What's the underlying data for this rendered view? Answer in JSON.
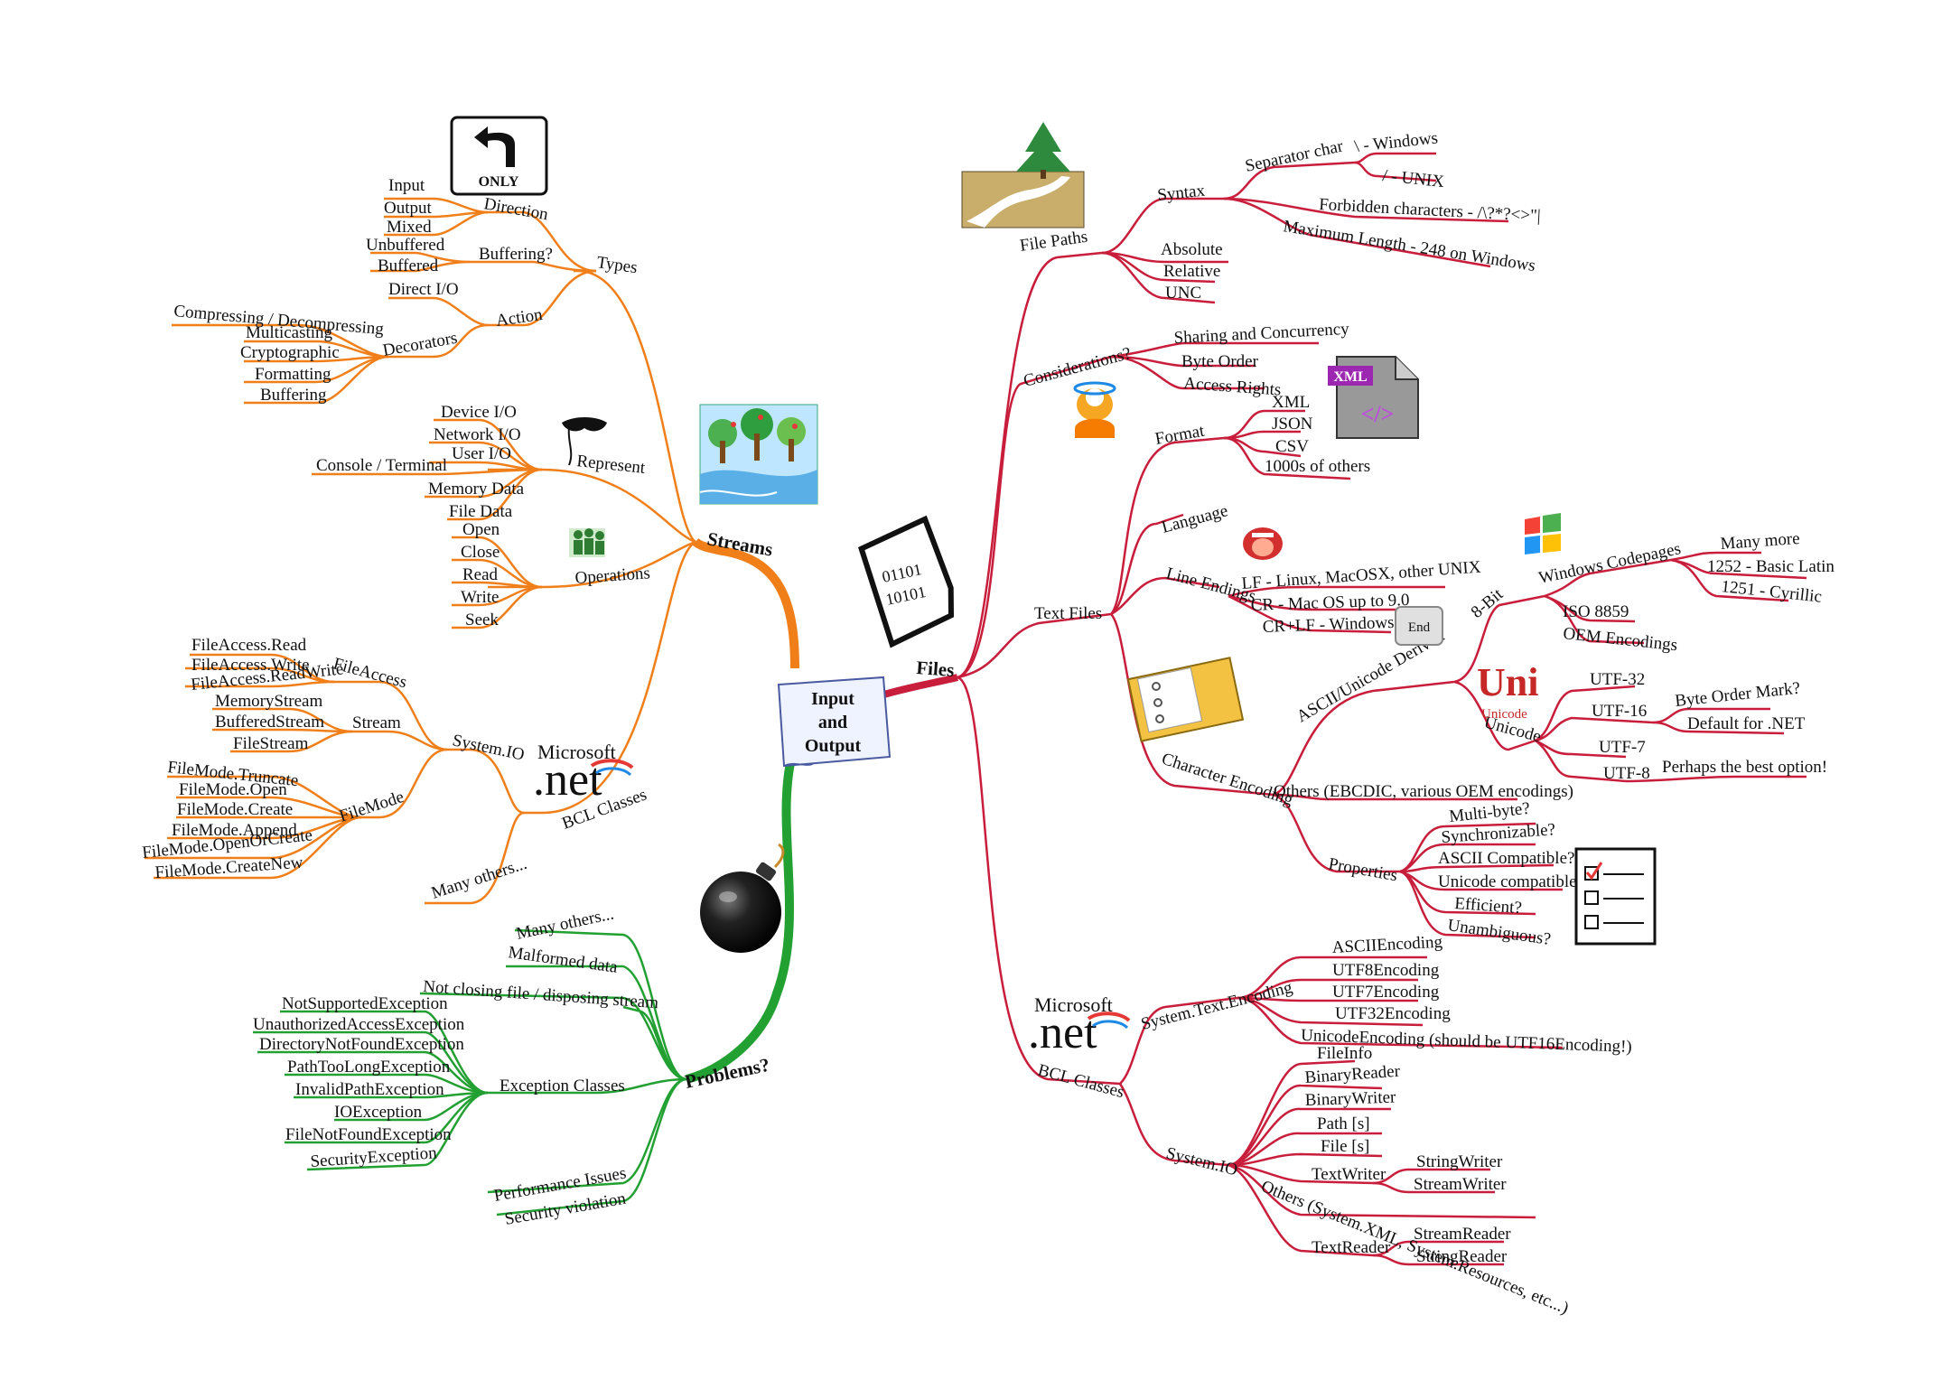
{
  "center": {
    "lines": [
      "Input",
      "and",
      "Output"
    ]
  },
  "colors": {
    "streams": "#f07f1a",
    "files": "#c81e3c",
    "problems": "#22a032",
    "center_fill": "#eef3ff"
  },
  "branches": {
    "streams": {
      "label": "Streams",
      "types": {
        "label": "Types",
        "direction": {
          "label": "Direction",
          "items": [
            "Input",
            "Output",
            "Mixed"
          ]
        },
        "buffering": {
          "label": "Buffering?",
          "items": [
            "Unbuffered",
            "Buffered"
          ]
        },
        "action": {
          "label": "Action",
          "items": [
            "Direct I/O"
          ]
        },
        "decorators": {
          "label": "Decorators",
          "items": [
            "Compressing / Decompressing",
            "Multicasting",
            "Cryptographic",
            "Formatting",
            "Buffering"
          ]
        }
      },
      "represent": {
        "label": "Represent",
        "items": [
          "Device I/O",
          "Network I/O",
          "User I/O",
          "Console / Terminal",
          "Memory Data",
          "File Data"
        ]
      },
      "operations": {
        "label": "Operations",
        "items": [
          "Open",
          "Close",
          "Read",
          "Write",
          "Seek"
        ]
      },
      "bcl": {
        "label": "BCL Classes",
        "systemio": {
          "label": "System.IO",
          "fileaccess": {
            "label": "FileAccess",
            "items": [
              "FileAccess.Read",
              "FileAccess.Write",
              "FileAccess.ReadWrite"
            ]
          },
          "stream": {
            "label": "Stream",
            "items": [
              "MemoryStream",
              "BufferedStream",
              "FileStream"
            ]
          },
          "filemode": {
            "label": "FileMode",
            "items": [
              "FileMode.Truncate",
              "FileMode.Open",
              "FileMode.Create",
              "FileMode.Append",
              "FileMode.OpenOrCreate",
              "FileMode.CreateNew"
            ]
          }
        },
        "others": "Many others..."
      }
    },
    "files": {
      "label": "Files",
      "file_paths": {
        "label": "File Paths",
        "syntax": {
          "label": "Syntax",
          "separator": {
            "label": "Separator char",
            "items": [
              "\\ - Windows",
              "/ - UNIX"
            ]
          },
          "forbidden": "Forbidden characters - /\\?*?<>\"|",
          "maxlen": "Maximum Length - 248 on Windows"
        },
        "items": [
          "Absolute",
          "Relative",
          "UNC"
        ]
      },
      "considerations": {
        "label": "Considerations?",
        "items": [
          "Sharing and Concurrency",
          "Byte Order",
          "Access Rights"
        ]
      },
      "text_files": {
        "label": "Text Files",
        "format": {
          "label": "Format",
          "items": [
            "XML",
            "JSON",
            "CSV",
            "1000s of others"
          ]
        },
        "language": "Language",
        "line_endings": {
          "label": "Line Endings",
          "items": [
            "LF - Linux, MacOSX, other UNIX",
            "CR - Mac OS up to 9.0",
            "CR+LF - Windows, ..."
          ]
        },
        "char_encoding": {
          "label": "Character Encoding",
          "ascii": {
            "label": "ASCII/Unicode Derived",
            "eightbit": {
              "label": "8-Bit",
              "codepages": {
                "label": "Windows Codepages",
                "items": [
                  "Many more",
                  "1252 - Basic Latin",
                  "1251 - Cyrillic"
                ]
              },
              "items": [
                "ISO 8859",
                "OEM Encodings"
              ]
            },
            "unicode": {
              "label": "Unicode",
              "utf32": "UTF-32",
              "utf16": {
                "label": "UTF-16",
                "items": [
                  "Byte Order Mark?",
                  "Default for .NET"
                ]
              },
              "utf7": "UTF-7",
              "utf8": {
                "label": "UTF-8",
                "note": "Perhaps the best option!"
              }
            }
          },
          "others": "Others (EBCDIC, various OEM encodings)",
          "properties": {
            "label": "Properties",
            "items": [
              "Multi-byte?",
              "Synchronizable?",
              "ASCII Compatible?",
              "Unicode compatible?",
              "Efficient?",
              "Unambiguous?"
            ]
          }
        }
      },
      "bcl": {
        "label": "BCL Classes",
        "encoding": {
          "label": "System.Text.Encoding",
          "items": [
            "ASCIIEncoding",
            "UTF8Encoding",
            "UTF7Encoding",
            "UTF32Encoding",
            "UnicodeEncoding (should be UTF16Encoding!)"
          ]
        },
        "systemio": {
          "label": "System.IO",
          "items": [
            "FileInfo",
            "BinaryReader",
            "BinaryWriter",
            "Path [s]",
            "File [s]"
          ],
          "textwriter": {
            "label": "TextWriter",
            "items": [
              "StringWriter",
              "StreamWriter"
            ]
          },
          "others": "Others (System.XML, System.Resources, etc...)",
          "textreader": {
            "label": "TextReader",
            "items": [
              "StreamReader",
              "StringReader"
            ]
          }
        }
      }
    },
    "problems": {
      "label": "Problems?",
      "items_top": [
        "Many others...",
        "Malformed data",
        "Not closing file / disposing stream"
      ],
      "exceptions": {
        "label": "Exception Classes",
        "items": [
          "NotSupportedException",
          "UnauthorizedAccessException",
          "DirectoryNotFoundException",
          "PathTooLongException",
          "InvalidPathException",
          "IOException",
          "FileNotFoundException",
          "SecurityException"
        ]
      },
      "items_bottom": [
        "Performance Issues",
        "Security violation"
      ]
    }
  },
  "icons": {
    "only_sign": {
      "label": "ONLY"
    },
    "xml_doc": {
      "label": "XML",
      "glyph": "</>"
    },
    "end_key": {
      "label": "End"
    },
    "binary_doc": {
      "lines": [
        "01101",
        "10101"
      ]
    },
    "net_logo": {
      "line1": "Microsoft",
      "line2": ".net"
    },
    "unicode_logo": {
      "mark": "Uni",
      "word": "Unicode"
    }
  }
}
